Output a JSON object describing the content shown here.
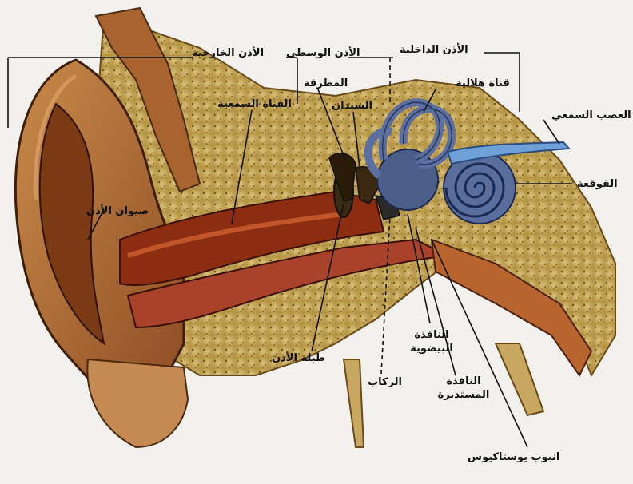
{
  "labels": {
    "outer_ear": "الأذن الخارجية",
    "middle_ear": "الأذن الوسطى",
    "inner_ear": "الأذن الداخلية",
    "semicircular_canal": "قناة هلالية",
    "auditory_nerve": "العصب السمعي",
    "cochlea": "القوقعة",
    "malleus": "المطرقة",
    "auditory_canal": "القناة السمعية",
    "incus": "السندان",
    "auricle": "صيوان الأذن",
    "eardrum": "طبلة الأذن",
    "stapes": "الركاب",
    "oval_window": "النافذة البيضوية",
    "round_window": "النافذة المستديرة",
    "eustachian_tube": "انبوب يوستاكيوس"
  }
}
